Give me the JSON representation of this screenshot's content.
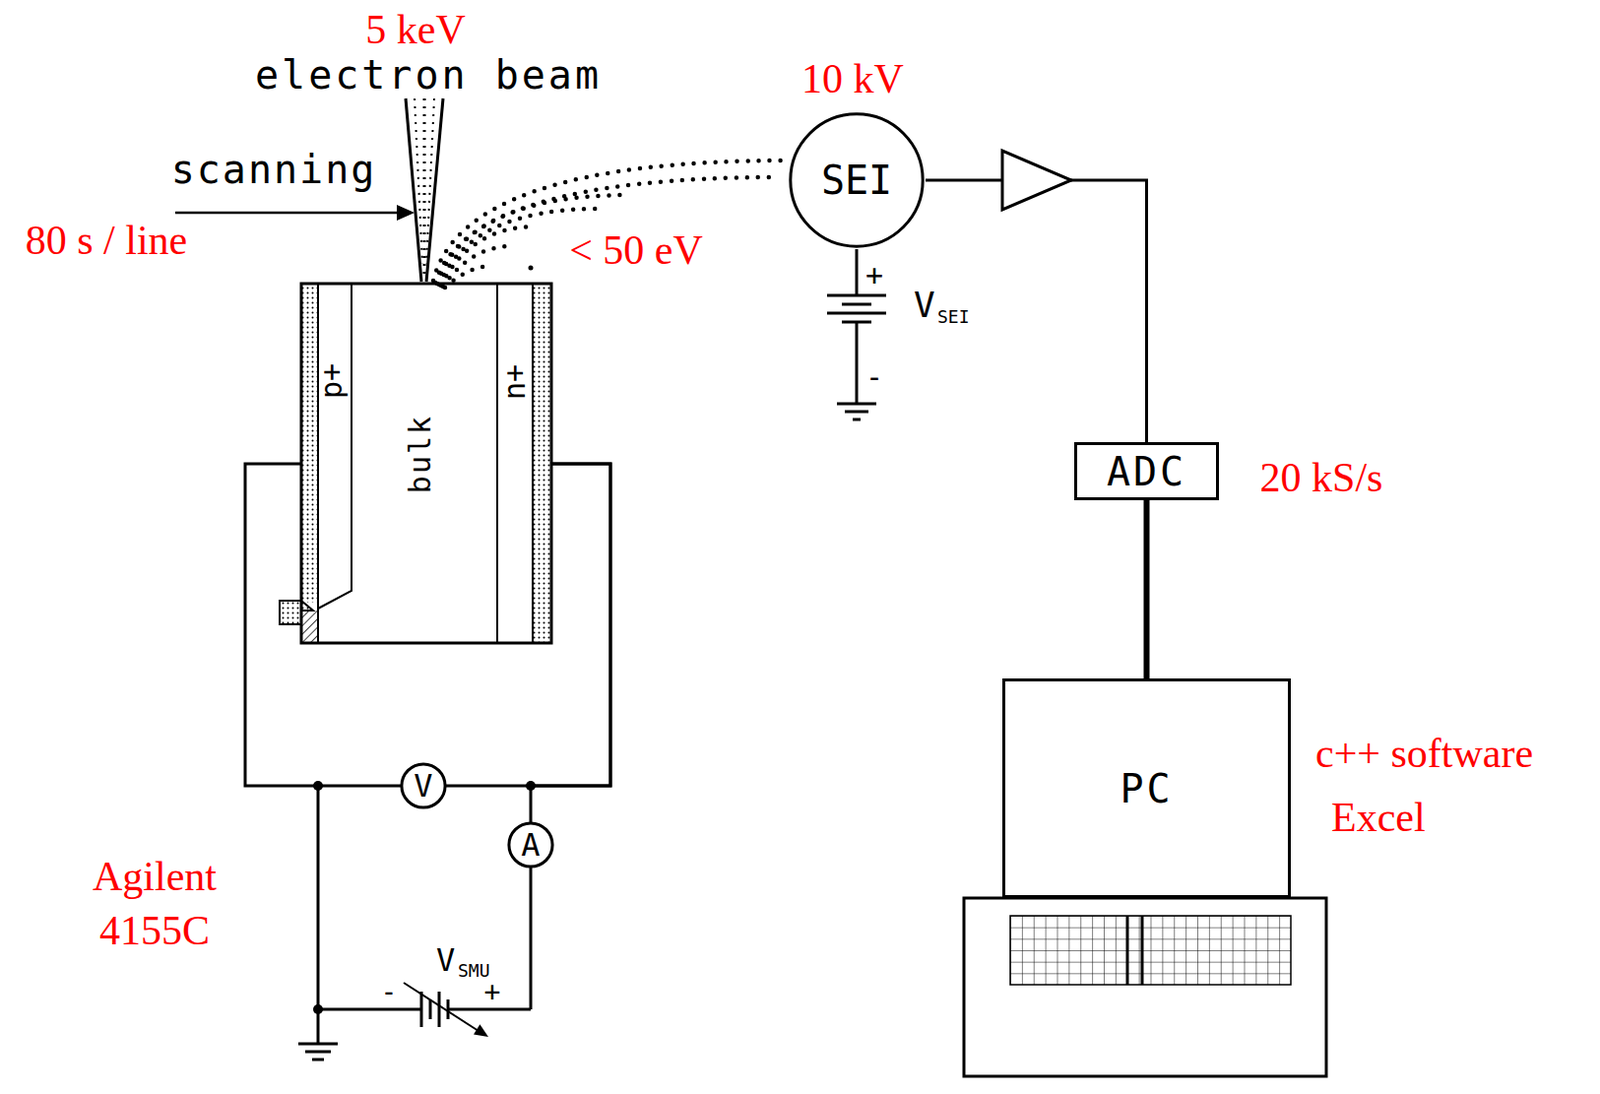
{
  "diagram": {
    "nodes": [
      {
        "text": [
          "SEI"
        ]
      },
      {
        "text": [
          "p+"
        ]
      },
      {
        "text": [
          "bulk"
        ]
      },
      {
        "text": [
          "n+"
        ]
      },
      {
        "text": [
          "ADC"
        ]
      },
      {
        "text": [
          "V"
        ]
      },
      {
        "text": [
          "A"
        ]
      },
      {
        "text": [
          "PC"
        ]
      }
    ],
    "edges": [
      {
        "from": 0,
        "to": 4,
        "arrow": "none"
      },
      {
        "from": 4,
        "to": 7,
        "arrow": "none"
      },
      {
        "from": 1,
        "to": 5,
        "arrow": "none"
      },
      {
        "from": 5,
        "to": 3,
        "arrow": "none"
      },
      {
        "from": 6,
        "to": 3,
        "arrow": "none"
      }
    ],
    "labels": [
      "5 keV",
      "electron beam",
      "10 kV",
      "scanning",
      "80 s / line",
      "< 50 eV",
      "+",
      "V",
      "SEI",
      "-",
      "20 kS/s",
      "c++ software",
      "Excel",
      "Agilent 4155C",
      "-",
      "+",
      "V",
      "SMU"
    ]
  }
}
